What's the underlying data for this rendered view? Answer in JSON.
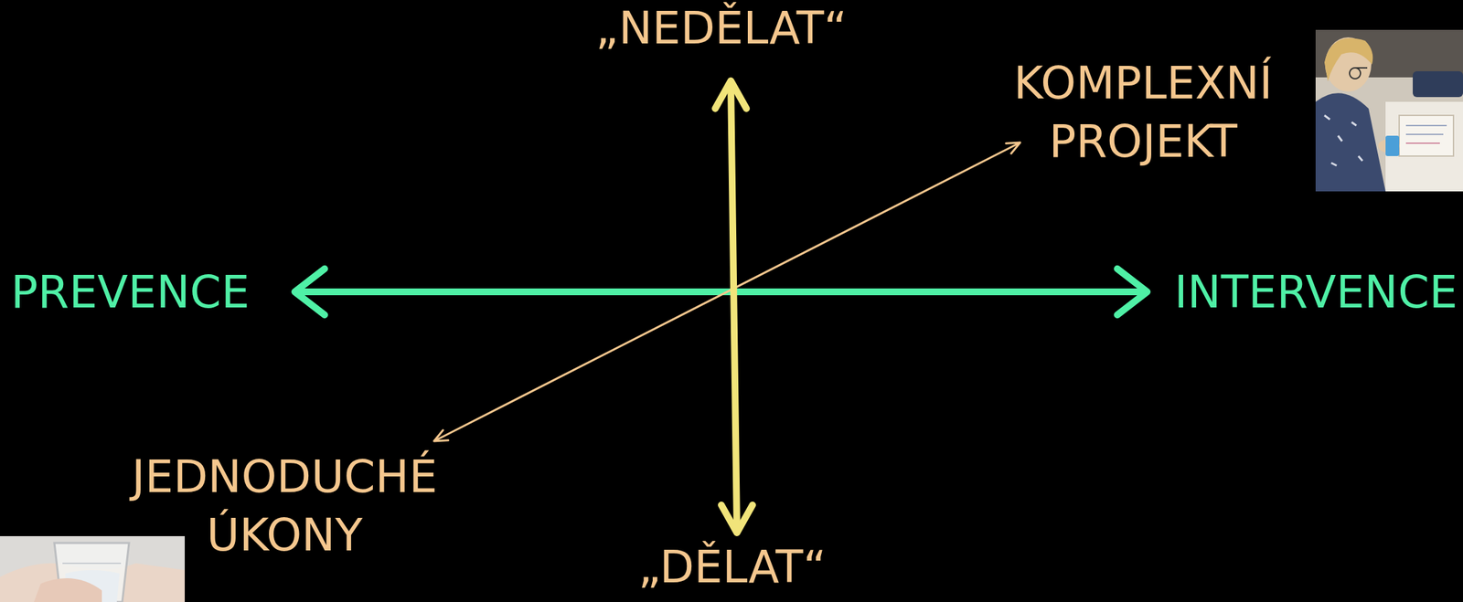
{
  "diagram": {
    "labels": [
      "„NEDĚLAT“",
      "KOMPLEXNÍ PROJEKT",
      "PREVENCE",
      "INTERVENCE",
      "JEDNODUCHÉ ÚKONY",
      "„DĚLAT“"
    ]
  }
}
